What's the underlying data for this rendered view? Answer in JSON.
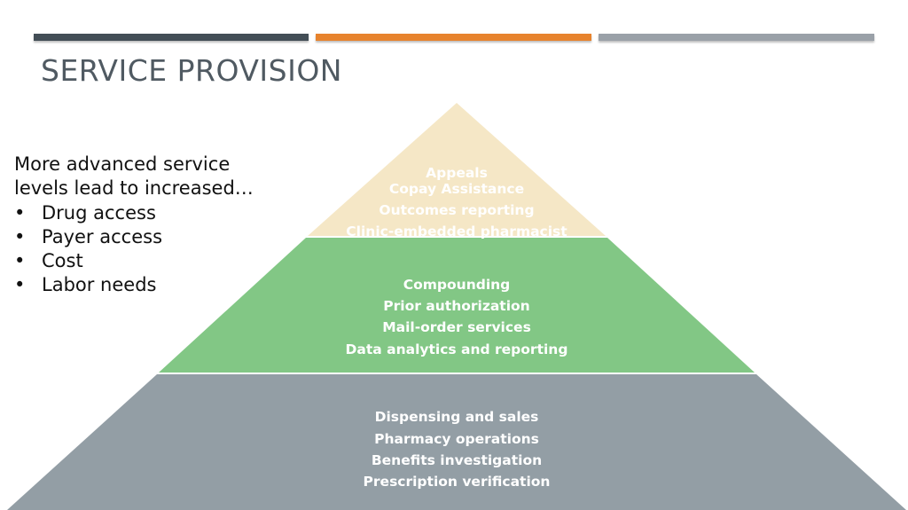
{
  "colors": {
    "bar_dark": "#434e56",
    "bar_orange": "#e7832d",
    "bar_gray": "#9aa1a8",
    "title": "#505a62",
    "tier_top": "#f5e7c6",
    "tier_middle": "#82c785",
    "tier_bottom": "#939ea5",
    "tier_text": "#ffffff"
  },
  "title": "SERVICE PROVISION",
  "left_panel": {
    "intro": "More advanced service levels lead to increased…",
    "bullet_symbol": "•",
    "bullets": [
      "Drug access",
      "Payer access",
      "Cost",
      "Labor needs"
    ]
  },
  "pyramid": {
    "tiers": [
      {
        "name": "top",
        "items": [
          "Appeals",
          "Copay Assistance",
          "Outcomes reporting",
          "Clinic-embedded pharmacist"
        ]
      },
      {
        "name": "middle",
        "items": [
          "Compounding",
          "Prior authorization",
          "Mail-order services",
          "Data analytics and reporting"
        ]
      },
      {
        "name": "bottom",
        "items": [
          "Dispensing and sales",
          "Pharmacy operations",
          "Benefits investigation",
          "Prescription verification"
        ]
      }
    ]
  }
}
